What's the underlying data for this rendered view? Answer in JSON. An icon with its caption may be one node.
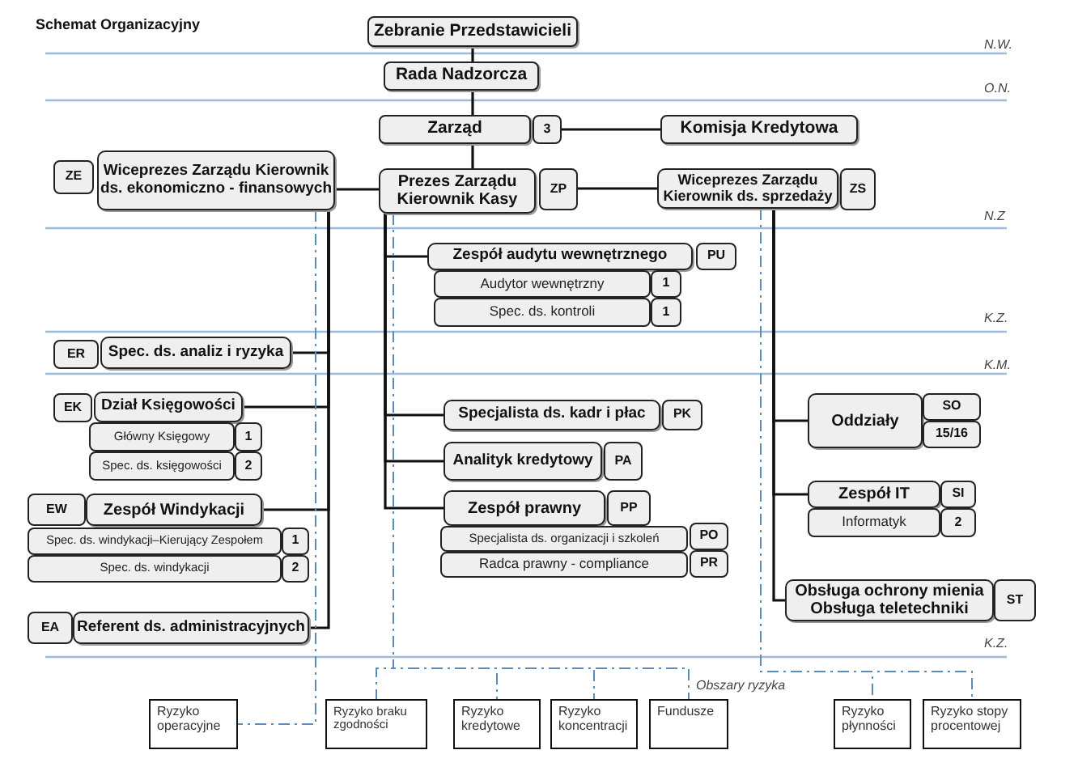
{
  "diagram": {
    "title": "Schemat Organizacyjny",
    "nodes": [
      {
        "text": [
          "Zebranie Przedstawicieli"
        ]
      },
      {
        "text": [
          "Rada Nadzorcza"
        ]
      },
      {
        "text": [
          "Zarząd"
        ]
      },
      {
        "text": [
          "3"
        ]
      },
      {
        "text": [
          "Komisja Kredytowa"
        ]
      },
      {
        "text": [
          "ZE"
        ]
      },
      {
        "text": [
          "Wiceprezes Zarządu Kierownik ds. ekonomiczno - finansowych"
        ]
      },
      {
        "text": [
          "Prezes Zarządu Kierownik Kasy"
        ]
      },
      {
        "text": [
          "ZP"
        ]
      },
      {
        "text": [
          "Wiceprezes Zarządu Kierownik ds. sprzedaży"
        ]
      },
      {
        "text": [
          "ZS"
        ]
      },
      {
        "text": [
          "Zespół audytu wewnętrznego"
        ]
      },
      {
        "text": [
          "PU"
        ]
      },
      {
        "text": [
          "Audytor wewnętrzny"
        ]
      },
      {
        "text": [
          "1"
        ]
      },
      {
        "text": [
          "Spec. ds. kontroli"
        ]
      },
      {
        "text": [
          "1"
        ]
      },
      {
        "text": [
          "ER"
        ]
      },
      {
        "text": [
          "Spec. ds. analiz i ryzyka"
        ]
      },
      {
        "text": [
          "EK"
        ]
      },
      {
        "text": [
          "Dział Księgowości"
        ]
      },
      {
        "text": [
          "Główny Księgowy"
        ]
      },
      {
        "text": [
          "1"
        ]
      },
      {
        "text": [
          "Spec. ds. księgowości"
        ]
      },
      {
        "text": [
          "2"
        ]
      },
      {
        "text": [
          "EW"
        ]
      },
      {
        "text": [
          "Zespół Windykacji"
        ]
      },
      {
        "text": [
          "Spec. ds. windykacji–Kierujący Zespołem"
        ]
      },
      {
        "text": [
          "1"
        ]
      },
      {
        "text": [
          "Spec. ds. windykacji"
        ]
      },
      {
        "text": [
          "2"
        ]
      },
      {
        "text": [
          "EA"
        ]
      },
      {
        "text": [
          "Referent ds. administracyjnych"
        ]
      },
      {
        "text": [
          "Specjalista ds. kadr i płac"
        ]
      },
      {
        "text": [
          "PK"
        ]
      },
      {
        "text": [
          "Analityk kredytowy"
        ]
      },
      {
        "text": [
          "PA"
        ]
      },
      {
        "text": [
          "Zespół prawny"
        ]
      },
      {
        "text": [
          "PP"
        ]
      },
      {
        "text": [
          "Specjalista ds. organizacji i szkoleń"
        ]
      },
      {
        "text": [
          "PO"
        ]
      },
      {
        "text": [
          "Radca prawny - compliance"
        ]
      },
      {
        "text": [
          "PR"
        ]
      },
      {
        "text": [
          "Oddziały"
        ]
      },
      {
        "text": [
          "SO"
        ]
      },
      {
        "text": [
          "15/16"
        ]
      },
      {
        "text": [
          "Zespół IT"
        ]
      },
      {
        "text": [
          "SI"
        ]
      },
      {
        "text": [
          "Informatyk"
        ]
      },
      {
        "text": [
          "2"
        ]
      },
      {
        "text": [
          "Obsługa ochrony mienia Obsługa teletechniki"
        ]
      },
      {
        "text": [
          "ST"
        ]
      },
      {
        "text": [
          "Ryzyko operacyjne"
        ]
      },
      {
        "text": [
          "Ryzyko braku zgodności"
        ]
      },
      {
        "text": [
          "Ryzyko kredytowe"
        ]
      },
      {
        "text": [
          "Ryzyko koncentracji"
        ]
      },
      {
        "text": [
          "Fundusze"
        ]
      },
      {
        "text": [
          "Ryzyko płynności"
        ]
      },
      {
        "text": [
          "Ryzyko stopy procentowej"
        ]
      }
    ],
    "edges": [
      {
        "from": 0,
        "to": 1,
        "arrow": "none"
      },
      {
        "from": 1,
        "to": 2,
        "arrow": "none"
      },
      {
        "from": 3,
        "to": 4,
        "arrow": "none"
      },
      {
        "from": 2,
        "to": 7,
        "arrow": "none"
      },
      {
        "from": 7,
        "to": 6,
        "arrow": "none"
      },
      {
        "from": 8,
        "to": 9,
        "arrow": "none"
      },
      {
        "from": 6,
        "to": 18,
        "arrow": "none"
      },
      {
        "from": 6,
        "to": 20,
        "arrow": "none"
      },
      {
        "from": 6,
        "to": 26,
        "arrow": "none"
      },
      {
        "from": 6,
        "to": 32,
        "arrow": "none"
      },
      {
        "from": 7,
        "to": 11,
        "arrow": "none"
      },
      {
        "from": 7,
        "to": 33,
        "arrow": "none"
      },
      {
        "from": 7,
        "to": 35,
        "arrow": "none"
      },
      {
        "from": 7,
        "to": 37,
        "arrow": "none"
      },
      {
        "from": 9,
        "to": 43,
        "arrow": "none"
      },
      {
        "from": 9,
        "to": 46,
        "arrow": "none"
      },
      {
        "from": 9,
        "to": 50,
        "arrow": "none"
      },
      {
        "from": 6,
        "to": 52,
        "arrow": "none",
        "style": "dashed",
        "color": "#5b8db8"
      },
      {
        "from": 7,
        "to": 53,
        "arrow": "none",
        "style": "dashed",
        "color": "#5b8db8"
      },
      {
        "from": 7,
        "to": 54,
        "arrow": "none",
        "style": "dashed",
        "color": "#5b8db8"
      },
      {
        "from": 7,
        "to": 55,
        "arrow": "none",
        "style": "dashed",
        "color": "#5b8db8"
      },
      {
        "from": 7,
        "to": 56,
        "arrow": "none",
        "style": "dashed",
        "color": "#5b8db8"
      },
      {
        "from": 9,
        "to": 57,
        "arrow": "none",
        "style": "dashed",
        "color": "#5b8db8"
      },
      {
        "from": 9,
        "to": 58,
        "arrow": "none",
        "style": "dashed",
        "color": "#5b8db8"
      }
    ],
    "labels": [
      "N.W.",
      "O.N.",
      "N.Z",
      "K.Z.",
      "K.M.",
      "K.Z.",
      "Obszary ryzyka"
    ]
  }
}
